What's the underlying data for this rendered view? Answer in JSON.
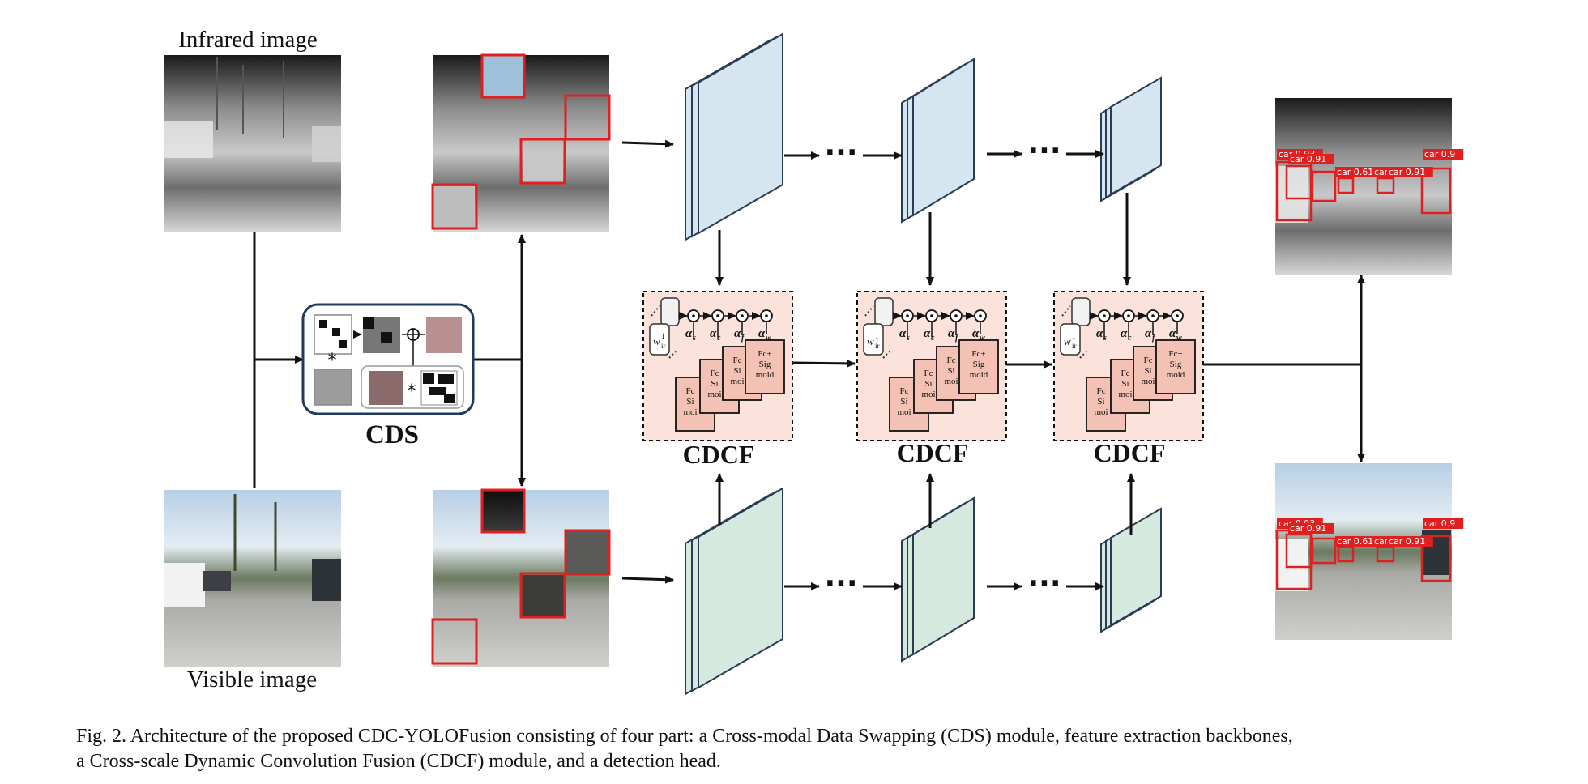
{
  "labels": {
    "infrared_title": "Infrared image",
    "visible_title": "Visible image",
    "cds": "CDS",
    "cdcf": "CDCF",
    "ellipsis": "···"
  },
  "cdcf_block": {
    "w_label": "w",
    "w_sup": "1",
    "w_sub": "ir",
    "alphas": [
      "α",
      "α",
      "α",
      "α"
    ],
    "alpha_subs": [
      "s",
      "c",
      "f",
      "w"
    ],
    "sig_lines": [
      "Fc+",
      "Sig",
      "moid"
    ],
    "sig_partial": [
      "Fc",
      "Si",
      "moi"
    ]
  },
  "detections": [
    "car 0.93",
    "car 0.91",
    "car 0.61",
    "car",
    "car 0.91",
    "car 0.9"
  ],
  "caption": {
    "line1": "Fig. 2.  Architecture of the proposed CDC-YOLOFusion consisting of four part: a Cross-modal Data Swapping (CDS) module, feature extraction backbones,",
    "line2": "a Cross-scale Dynamic Convolution Fusion (CDCF) module, and a detection head."
  },
  "colors": {
    "ir_feature": "#d6e6f0",
    "vis_feature": "#d5e9df",
    "cdcf_fill": "#fbe3dc",
    "sig_fill": "#f3c2b5",
    "highlight_red": "#e02020"
  }
}
